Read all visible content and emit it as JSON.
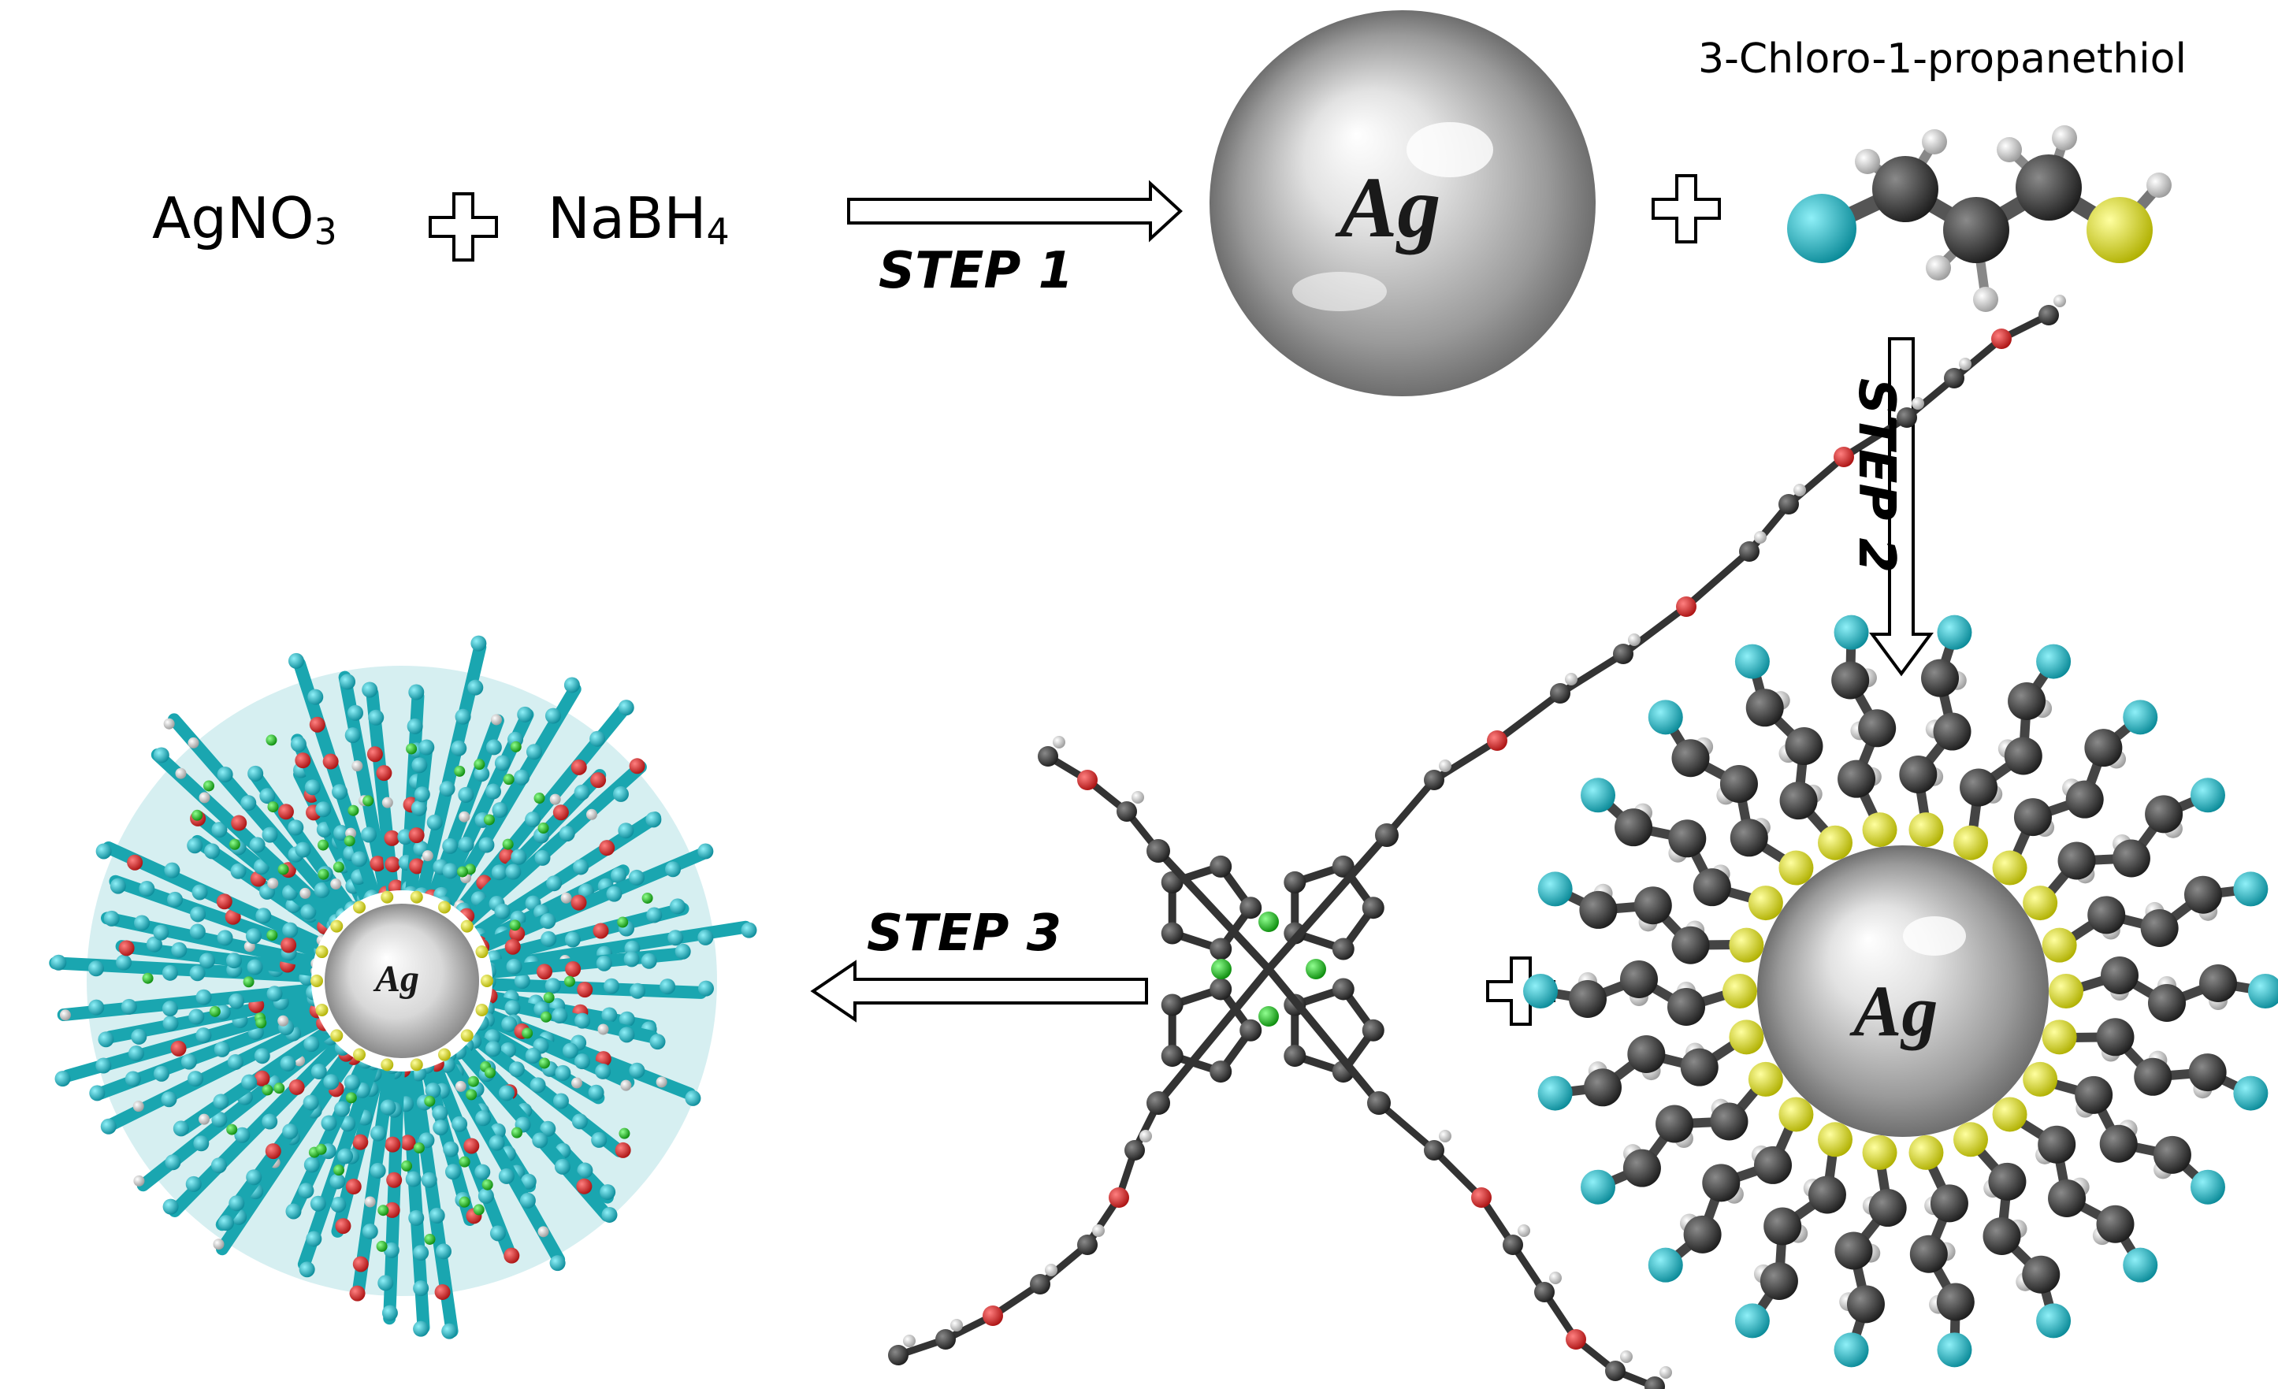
{
  "reactants": {
    "silver_nitrate": {
      "base": "AgNO",
      "sub": "3"
    },
    "borohydride": {
      "base": "NaBH",
      "sub": "4"
    }
  },
  "steps": {
    "step1": "STEP 1",
    "step2": "STEP 2",
    "step3": "STEP 3"
  },
  "thiol_label": "3-Chloro-1-propanethiol",
  "particle_label": "Ag",
  "colors": {
    "carbon": "#2b2b2b",
    "hydrogen": "#e8e8e8",
    "chlorine": "#14b4c4",
    "sulfur": "#e4e400",
    "oxygen": "#cc2222",
    "nitrogen": "#10c010",
    "shell": "#1aa6b0",
    "silver": "#c8c8c8"
  },
  "icons": [
    "plus-icon",
    "arrow-right-icon",
    "arrow-down-icon",
    "arrow-left-icon"
  ]
}
